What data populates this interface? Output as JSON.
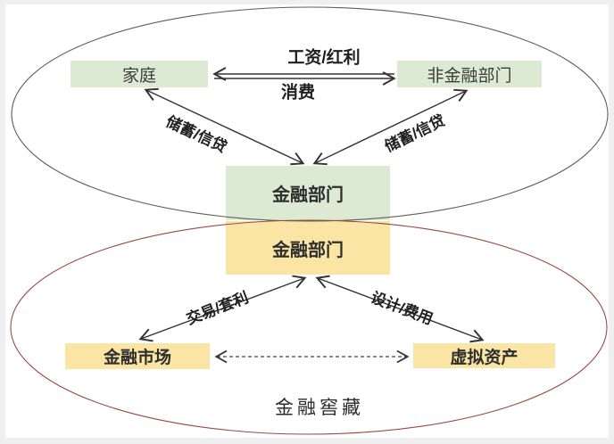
{
  "diagram_title": "financial-sector-circulation-diagram",
  "colors": {
    "green_box": "#dcead3",
    "yellow_box": "#fbe5a4",
    "top_ellipse_stroke": "#5c6156",
    "bottom_ellipse_stroke": "#9c4a42",
    "arrow_stroke": "#333333",
    "frame_bg": "#efefef",
    "paper_bg": "#ffffff"
  },
  "nodes": {
    "household": {
      "label": "家庭"
    },
    "nonfinancial_sector": {
      "label": "非金融部门"
    },
    "financial_sector_top": {
      "label": "金融部门"
    },
    "financial_sector_bottom": {
      "label": "金融部门"
    },
    "financial_market": {
      "label": "金融市场"
    },
    "virtual_assets": {
      "label": "虚拟资产"
    }
  },
  "edge_labels": {
    "wages_dividends": "工资/红利",
    "consumption": "消费",
    "savings_credit_left": "储蓄/信贷",
    "savings_credit_right": "储蓄/信贷",
    "trade_arbitrage": "交易/套利",
    "design_fees": "设计/费用"
  },
  "caption": "金融窖藏"
}
